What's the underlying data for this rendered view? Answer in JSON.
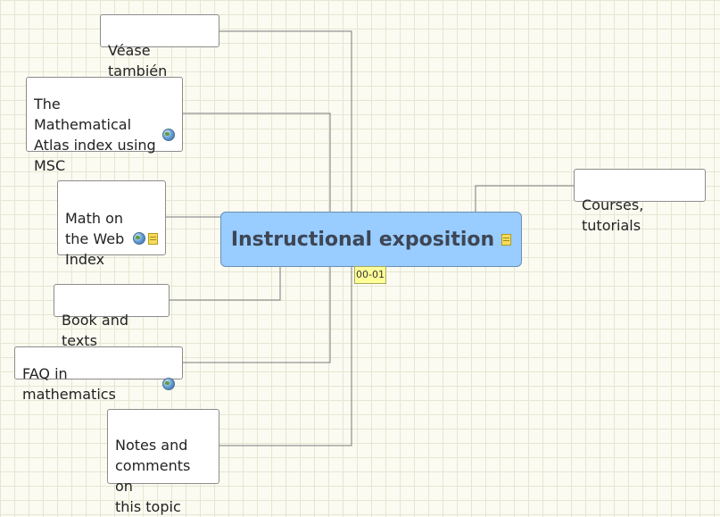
{
  "central": {
    "title": "Instructional exposition",
    "note_icon": "note-icon"
  },
  "tag": "00-01",
  "topics": {
    "vease": "Véase también",
    "atlas": "The Mathematical\nAtlas index using\nMSC",
    "math_web": "Math on\nthe Web\nIndex",
    "books": "Book and texts",
    "faq": "FAQ in mathematics",
    "notes": "Notes and\ncomments on\nthis topic",
    "courses": "Courses, tutorials"
  },
  "icons": {
    "link": "globe-icon",
    "note": "note-icon"
  },
  "colors": {
    "central_fill": "#99ccff",
    "tag_fill": "#ffff99",
    "topic_fill": "#ffffff",
    "connector": "#7a7a7a"
  }
}
